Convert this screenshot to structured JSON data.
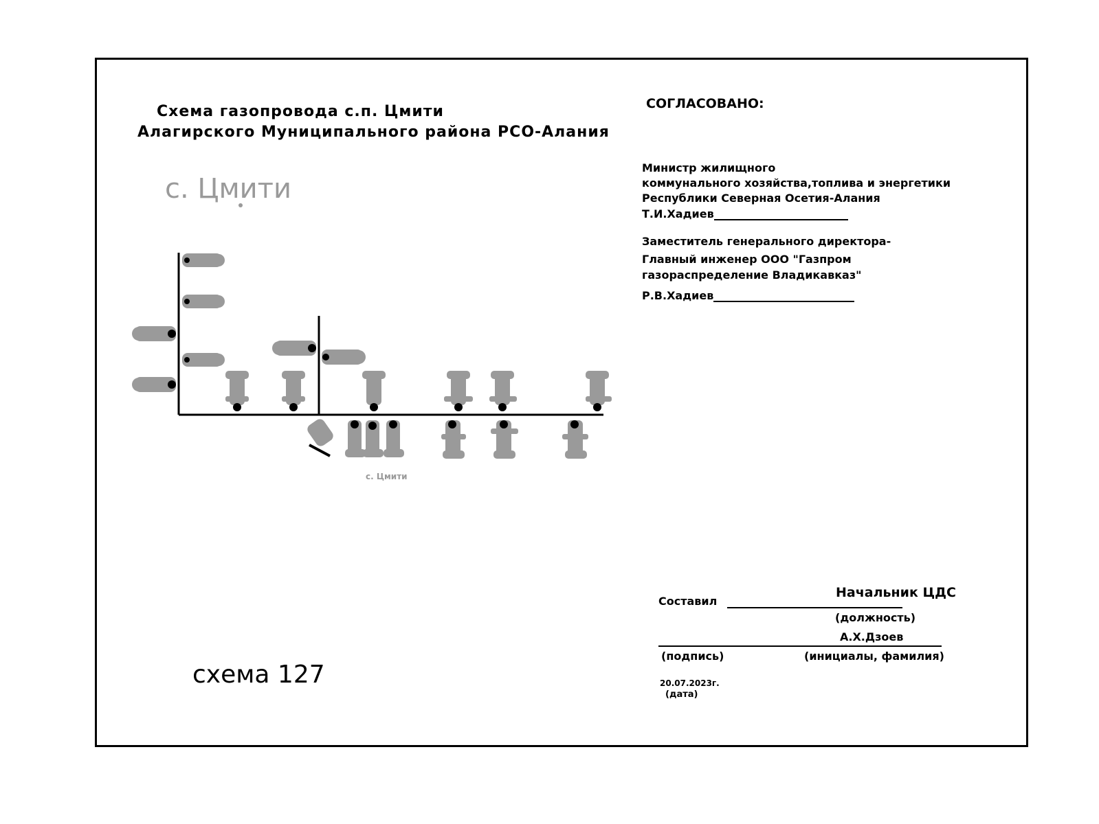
{
  "title": {
    "line1": "Схема газопровода с.п. Цмити",
    "line2": "Алагирского  Муниципального района РСО-Алания"
  },
  "village_label": "с. Цмити",
  "scheme_number": "схема 127",
  "approval": {
    "heading": "СОГЛАСОВАНО:",
    "line1": "Министр жилищного",
    "line2": "коммунального  хозяйства,топлива и энергетики",
    "line3": "Республики Северная Осетия-Алания",
    "line4": "Т.И.Хадиев",
    "line5": "Заместитель генерального директора-",
    "line6": "Главный инженер  ООО \"Газпром",
    "line7": "газораспределение Владикавказ\"",
    "line8": "Р.В.Хадиев"
  },
  "signature_block": {
    "compiled_label": "Составил",
    "position_value": "Начальник ЦДС",
    "position_caption": "(должность)",
    "name_value": "А.Х.Дзоев",
    "signature_caption": "(подпись)",
    "name_caption": "(инициалы, фамилия)",
    "date_value": "20.07.2023г.",
    "date_caption": "(дата)"
  },
  "network_label": "с. Цмити"
}
